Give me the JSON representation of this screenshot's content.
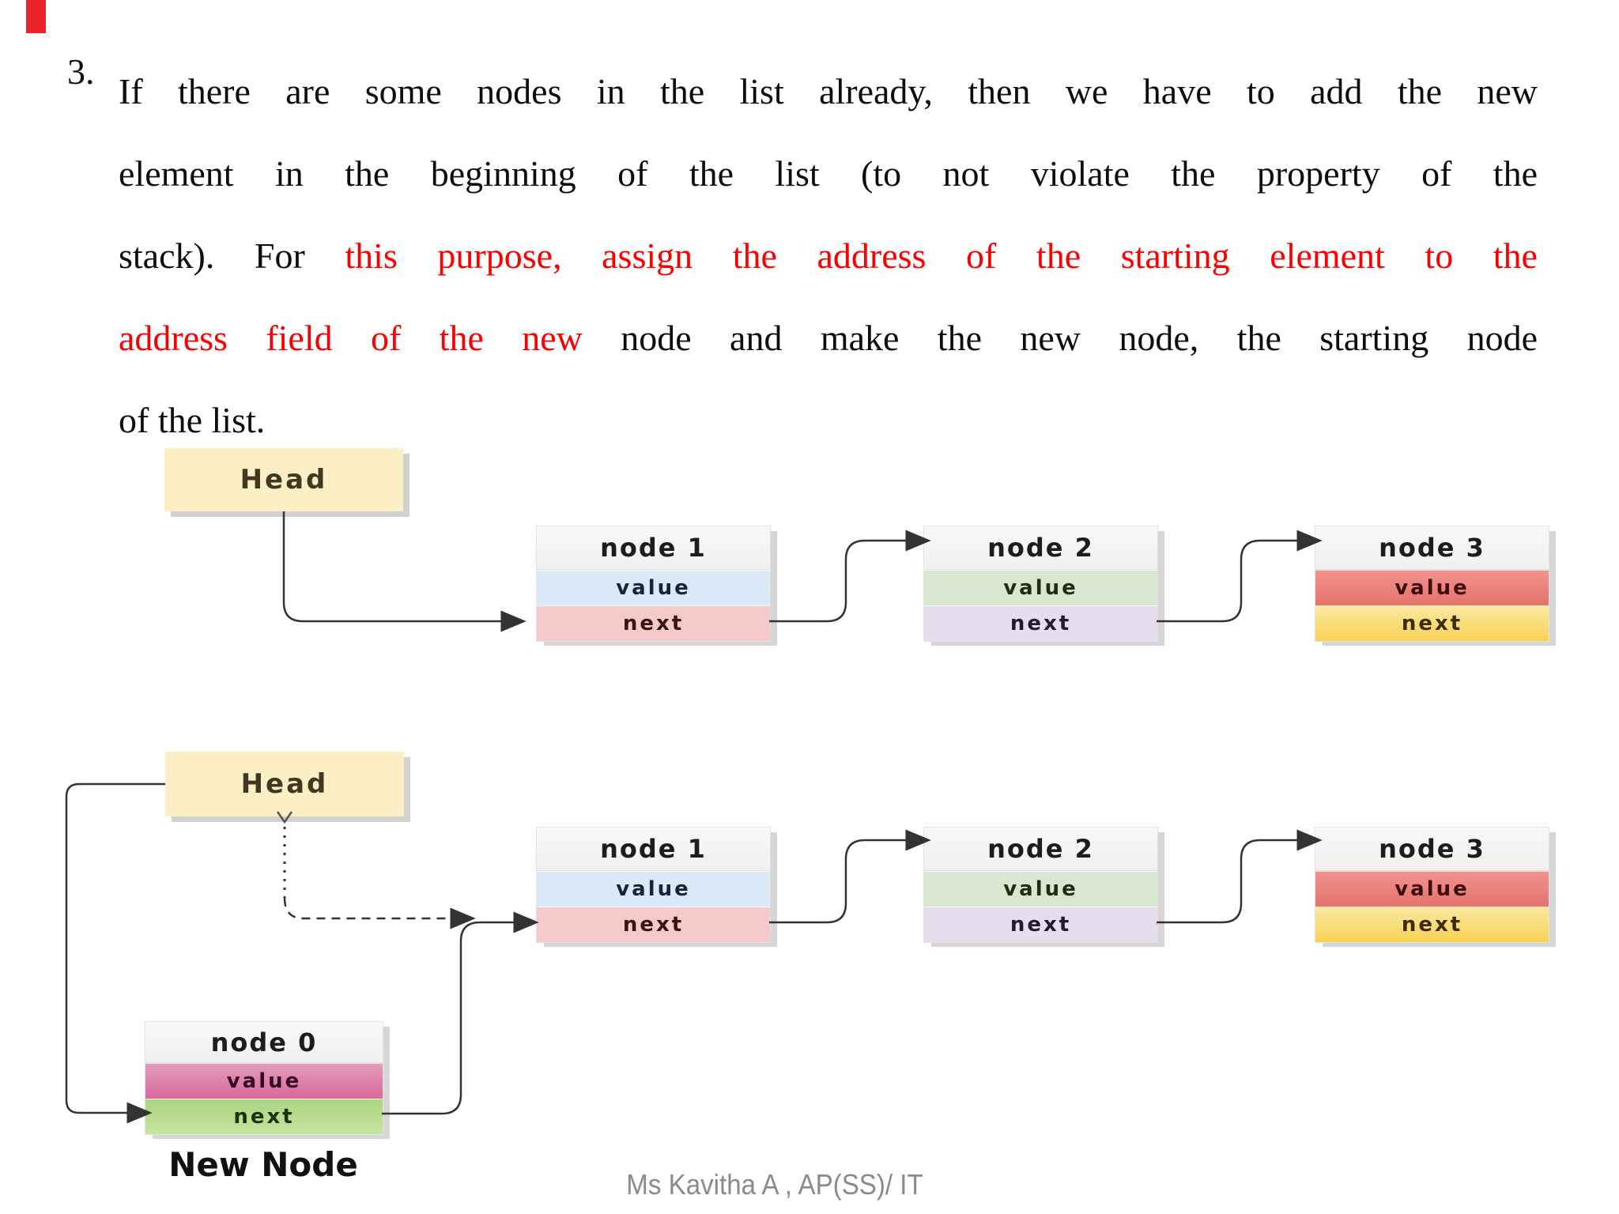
{
  "slide": {
    "accent_color": "#e9242a",
    "footer": "Ms Kavitha A , AP(SS)/ IT"
  },
  "text": {
    "number": "3.",
    "l1": "If there are some nodes in the list already, then we have to add the new",
    "l2": "element in the beginning of the list (to not violate the property of the",
    "l3a": "stack). For ",
    "l3b": "this purpose, assign the address of the starting element to the",
    "l4a": "address field of the new ",
    "l4b": "node and make the new node, the starting node",
    "l5": "of the list.",
    "red_color": "#fb0000"
  },
  "diagram1": {
    "head": "Head",
    "nodes": [
      {
        "title": "node 1",
        "value_label": "value",
        "next_label": "next",
        "value_color": "#dbe8f8",
        "next_color": "#f6caca"
      },
      {
        "title": "node 2",
        "value_label": "value",
        "next_label": "next",
        "value_color": "#d7e7d0",
        "next_color": "#e6ddee"
      },
      {
        "title": "node 3",
        "value_label": "value",
        "next_label": "next",
        "value_color": "#e5716c",
        "next_color": "#f8d254"
      }
    ]
  },
  "diagram2": {
    "head": "Head",
    "caption": "New Node",
    "nodes": [
      {
        "title": "node 1",
        "value_label": "value",
        "next_label": "next",
        "value_color": "#dbe8f8",
        "next_color": "#f6caca"
      },
      {
        "title": "node 2",
        "value_label": "value",
        "next_label": "next",
        "value_color": "#d7e7d0",
        "next_color": "#e6ddee"
      },
      {
        "title": "node 3",
        "value_label": "value",
        "next_label": "next",
        "value_color": "#e5716c",
        "next_color": "#f8d254"
      }
    ],
    "new_node": {
      "title": "node 0",
      "value_label": "value",
      "next_label": "next",
      "value_color": "#d7689e",
      "next_color": "#abd381"
    }
  }
}
